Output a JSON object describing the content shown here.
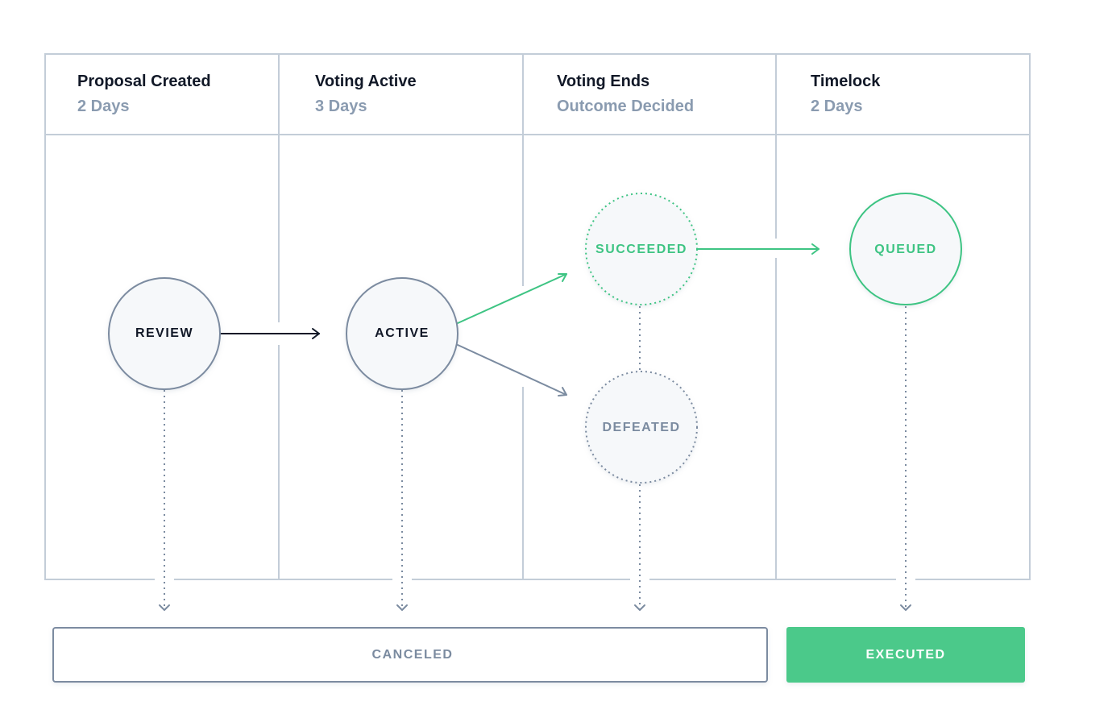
{
  "columns": [
    {
      "title": "Proposal Created",
      "subtitle": "2 Days"
    },
    {
      "title": "Voting Active",
      "subtitle": "3 Days"
    },
    {
      "title": "Voting Ends",
      "subtitle": "Outcome Decided"
    },
    {
      "title": "Timelock",
      "subtitle": "2 Days"
    }
  ],
  "nodes": {
    "review": "REVIEW",
    "active": "ACTIVE",
    "succeeded": "SUCCEEDED",
    "defeated": "DEFEATED",
    "queued": "QUEUED"
  },
  "outcomes": {
    "canceled": "CANCELED",
    "executed": "EXECUTED"
  },
  "colors": {
    "green": "#3ec483",
    "green_fill": "#4cc98a",
    "gray_line": "#c3cdd8",
    "slate": "#7b8ba0",
    "dark": "#111827",
    "node_fill": "#f6f8fa"
  }
}
